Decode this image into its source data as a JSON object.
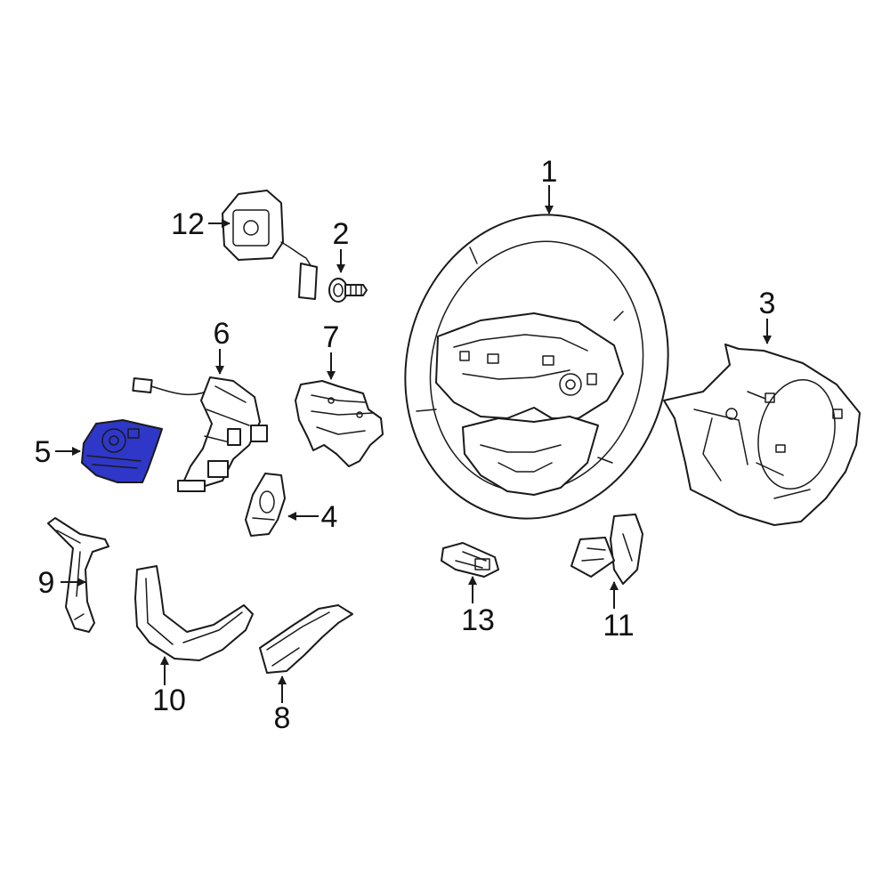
{
  "diagram": {
    "highlight_color": "#2f37c8",
    "line_color": "#1a1a1a",
    "highlighted_part": "5",
    "callouts": [
      {
        "id": "1",
        "label": "1"
      },
      {
        "id": "2",
        "label": "2"
      },
      {
        "id": "3",
        "label": "3"
      },
      {
        "id": "4",
        "label": "4"
      },
      {
        "id": "5",
        "label": "5"
      },
      {
        "id": "6",
        "label": "6"
      },
      {
        "id": "7",
        "label": "7"
      },
      {
        "id": "8",
        "label": "8"
      },
      {
        "id": "9",
        "label": "9"
      },
      {
        "id": "10",
        "label": "10"
      },
      {
        "id": "11",
        "label": "11"
      },
      {
        "id": "12",
        "label": "12"
      },
      {
        "id": "13",
        "label": "13"
      }
    ]
  }
}
